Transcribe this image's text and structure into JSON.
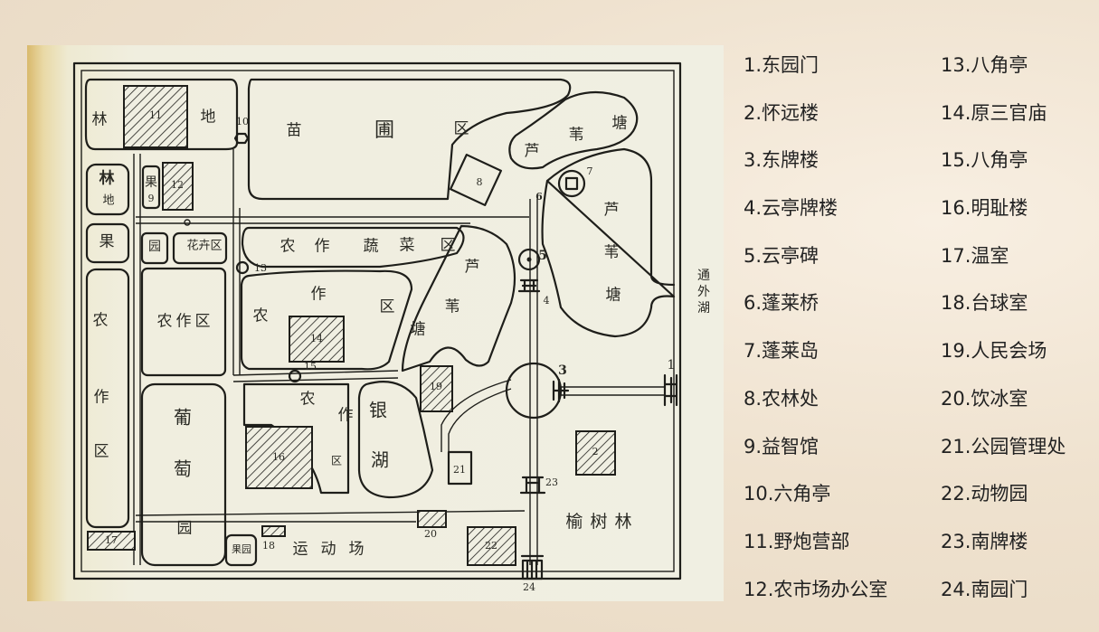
{
  "map": {
    "area_labels": {
      "forest_tl_1": "林",
      "forest_tl_2": "地",
      "forest_l_1": "林",
      "forest_l_2": "地",
      "orchard_l": "果",
      "nursery_1": "苗",
      "nursery_2": "圃",
      "nursery_3": "区",
      "reed_top_1": "芦",
      "reed_top_2": "苇",
      "reed_top_3": "塘",
      "reed_east_1": "芦",
      "reed_east_2": "苇",
      "reed_east_3": "塘",
      "reed_mid_1": "芦",
      "reed_mid_2": "苇",
      "reed_mid_3": "塘",
      "veg_1": "农",
      "veg_2": "作",
      "veg_3": "蔬",
      "veg_4": "菜",
      "veg_5": "区",
      "farm_c_1": "农",
      "farm_c_2": "作",
      "farm_c_3": "区",
      "farm_l": "农作区",
      "farm_strip_1": "农",
      "farm_strip_2": "作",
      "farm_strip_3": "区",
      "farm_s_1": "农",
      "farm_s_2": "作",
      "farm_s_3": "区",
      "flower": "花卉区",
      "garden": "园",
      "small_orchard": "果",
      "grape_1": "葡",
      "grape_2": "萄",
      "grape_3": "园",
      "silver_lake_1": "银",
      "silver_lake_2": "湖",
      "elm_forest": "榆树林",
      "sports": "运动场",
      "orchard_s": "果园",
      "to_lake_1": "通",
      "to_lake_2": "外",
      "to_lake_3": "湖"
    },
    "numbers": [
      "1",
      "2",
      "3",
      "4",
      "5",
      "6",
      "7",
      "8",
      "9",
      "10",
      "11",
      "12",
      "13",
      "14",
      "15",
      "16",
      "17",
      "18",
      "19",
      "20",
      "21",
      "22",
      "23",
      "24"
    ]
  },
  "legend": [
    "1.东园门",
    "2.怀远楼",
    "3.东牌楼",
    "4.云亭牌楼",
    "5.云亭碑",
    "6.蓬莱桥",
    "7.蓬莱岛",
    "8.农林处",
    "9.益智馆",
    "10.六角亭",
    "11.野炮营部",
    "12.农市场办公室",
    "13.八角亭",
    "14.原三官庙",
    "15.八角亭",
    "16.明耻楼",
    "17.温室",
    "18.台球室",
    "19.人民会场",
    "20.饮冰室",
    "21.公园管理处",
    "22.动物园",
    "23.南牌楼",
    "24.南园门"
  ]
}
